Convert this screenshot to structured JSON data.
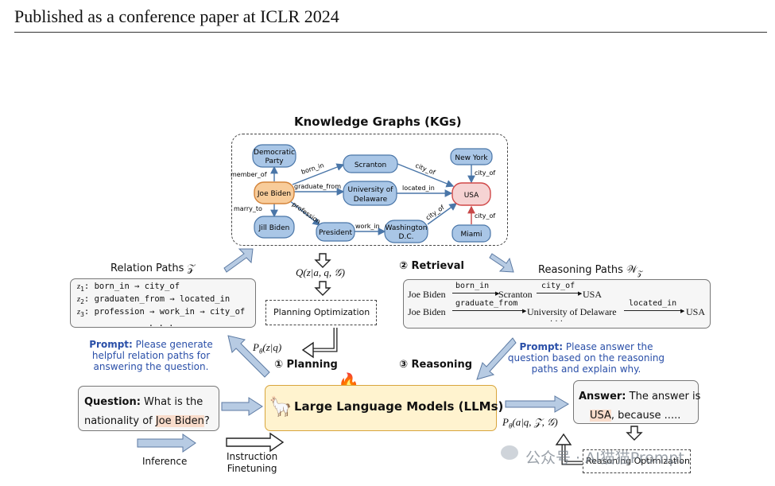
{
  "header": "Published as a conference paper at ICLR 2024",
  "kg": {
    "title": "Knowledge Graphs (KGs)",
    "nodes": {
      "democratic": [
        "Democratic",
        "Party"
      ],
      "joe": "Joe Biden",
      "jill": "Jill Biden",
      "scranton": "Scranton",
      "udel": [
        "University of",
        "Delaware"
      ],
      "president": "President",
      "dc": [
        "Washington",
        "D.C."
      ],
      "usa": "USA",
      "ny": "New York",
      "miami": "Miami"
    },
    "edges": {
      "member_of": "member_of",
      "born_in": "born_in",
      "graduate_from": "graduate_from",
      "profession": "profession",
      "marry_to": "marry_to",
      "city_of": "city_of",
      "located_in": "located_in",
      "work_in": "work_in"
    }
  },
  "relation_paths": {
    "title": "Relation Paths 𝒵",
    "rows": [
      {
        "z": "z",
        "sub": "1",
        "text": ": born_in → city_of"
      },
      {
        "z": "z",
        "sub": "2",
        "text": ": graduaten_from → located_in"
      },
      {
        "z": "z",
        "sub": "3",
        "text": ": profession → work_in → city_of"
      }
    ],
    "ellipsis": ". . ."
  },
  "planning": {
    "q_formula": "Q(z|a, q, 𝒢)",
    "optimization": "Planning Optimization",
    "p_formula": "P",
    "p_sub": "θ",
    "p_rest": "(z|q)",
    "label": "① Planning"
  },
  "retrieval": {
    "label": "② Retrieval"
  },
  "reasoning_paths": {
    "title": "Reasoning Paths 𝒲",
    "title_sub": "𝒵",
    "row1": {
      "a": "Joe Biden",
      "r1": "born_in",
      "b": "Scranton",
      "r2": "city_of",
      "c": "USA"
    },
    "row2": {
      "a": "Joe Biden",
      "r1": "graduate_from",
      "b": "University of Delaware",
      "r2": "located_in",
      "c": "USA"
    },
    "ellipsis": ". . ."
  },
  "prompt_left": {
    "label": "Prompt:",
    "text": " Please generate helpful relation paths for answering the question."
  },
  "prompt_right": {
    "label": "Prompt:",
    "text": " Please answer the question based on the reasoning paths and explain why."
  },
  "reasoning_label": "③ Reasoning",
  "question": {
    "label": "Question:",
    "text1": " What is the",
    "text2": "nationality of ",
    "entity": "Joe Biden",
    "end": "?"
  },
  "llm": {
    "emoji_fire": "🔥",
    "emoji_llama": "🦙",
    "label": "Large Language Models (LLMs)"
  },
  "answer": {
    "label": "Answer:",
    "text1": " The answer is",
    "entity": "USA",
    "text2": ", because ....."
  },
  "answer_formula": "P",
  "answer_formula_sub": "θ",
  "answer_formula_rest": "(a|q, 𝒵, 𝒢)",
  "reasoning_opt": "Reasoning Optimization",
  "legend": {
    "inference": "Inference",
    "finetune": [
      "Instruction",
      "Finetuning"
    ]
  },
  "watermark": "公众号 · AI猫猫Prompt",
  "colors": {
    "node": "#a9c6e6",
    "node_border": "#4a76a8",
    "joe": "#f8cc9a",
    "joe_border": "#d4843a",
    "usa": "#f6d3d3",
    "usa_border": "#d04848",
    "prompt": "#2a4fa8",
    "arrow": "#9fb7d4"
  }
}
